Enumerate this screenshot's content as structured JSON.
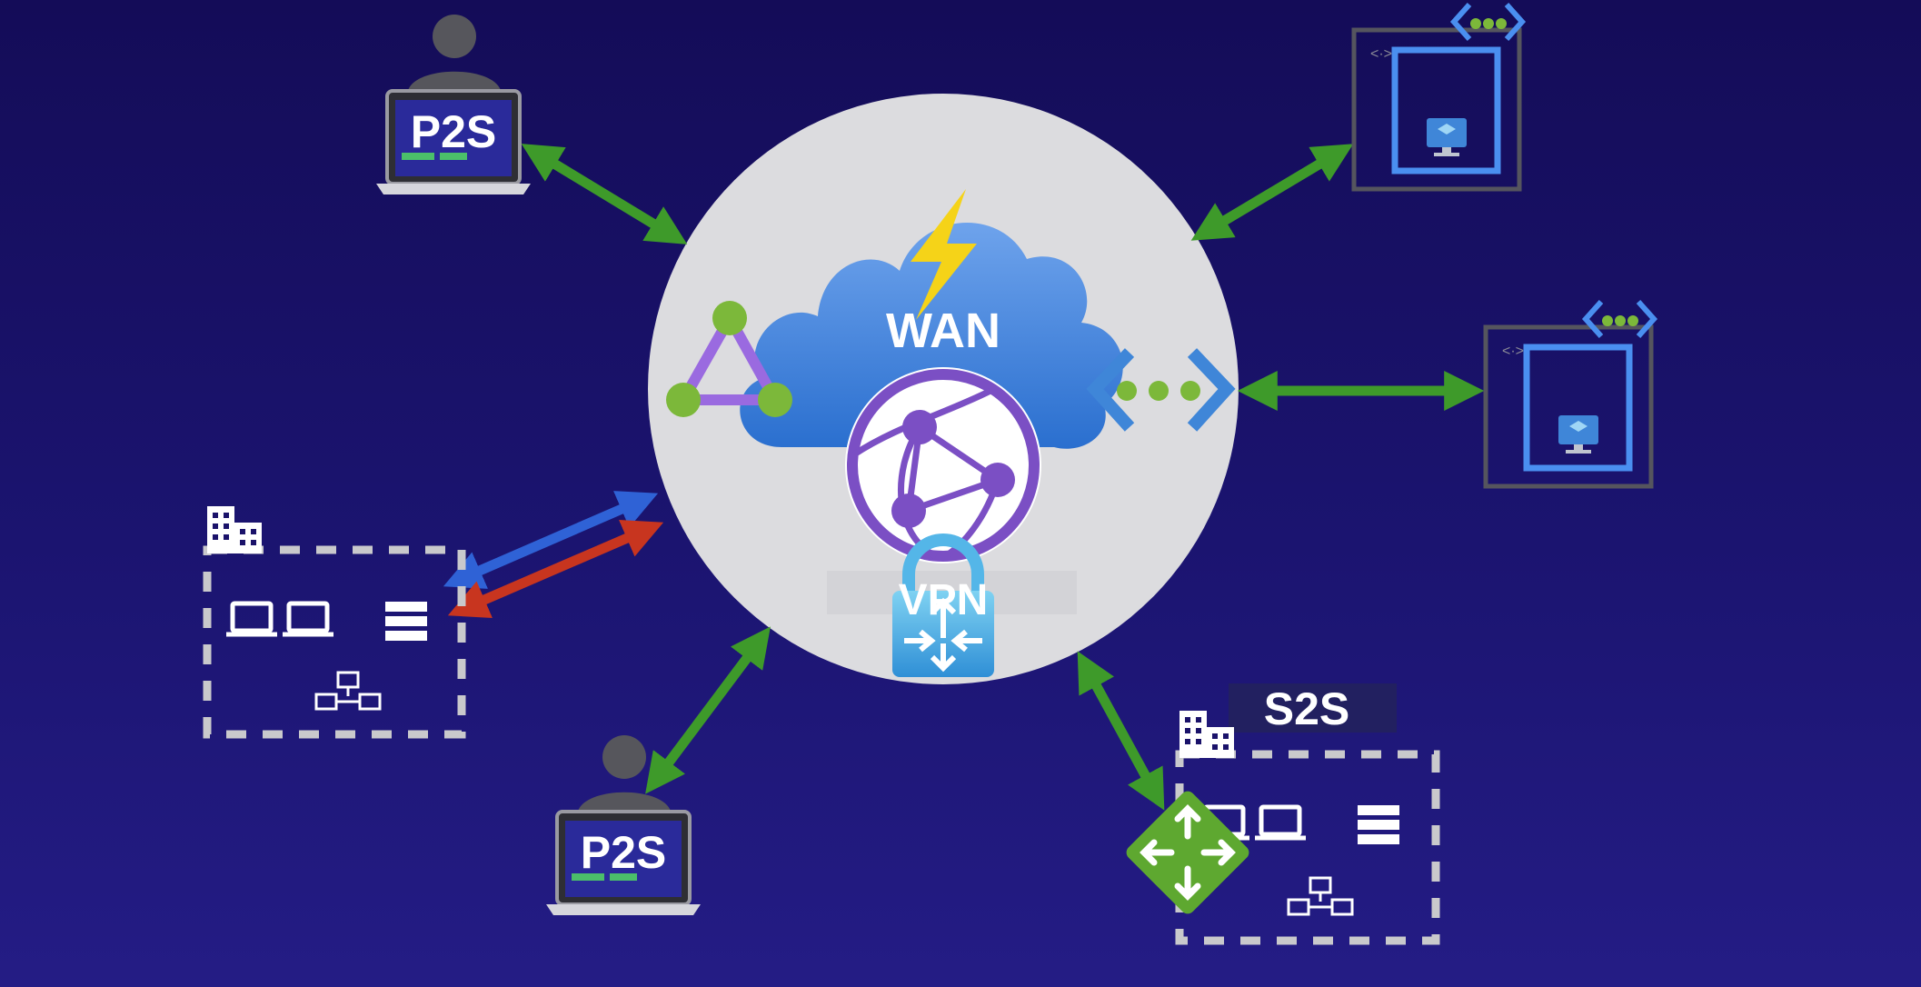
{
  "hub": {
    "wan_label": "WAN",
    "vpn_label": "VPN"
  },
  "nodes": {
    "p2s_top": {
      "label": "P2S"
    },
    "p2s_bottom": {
      "label": "P2S"
    },
    "s2s_site": {
      "label": "S2S"
    }
  },
  "colors": {
    "background": "#170f63",
    "hub_circle": "#dcdcdf",
    "cloud": "#3f86d8",
    "arrow_green": "#3e9a2a",
    "arrow_blue": "#2f62d6",
    "arrow_red": "#c8351f",
    "vnet_blue": "#4a8ff0",
    "globe_purple": "#7b4fc4"
  }
}
